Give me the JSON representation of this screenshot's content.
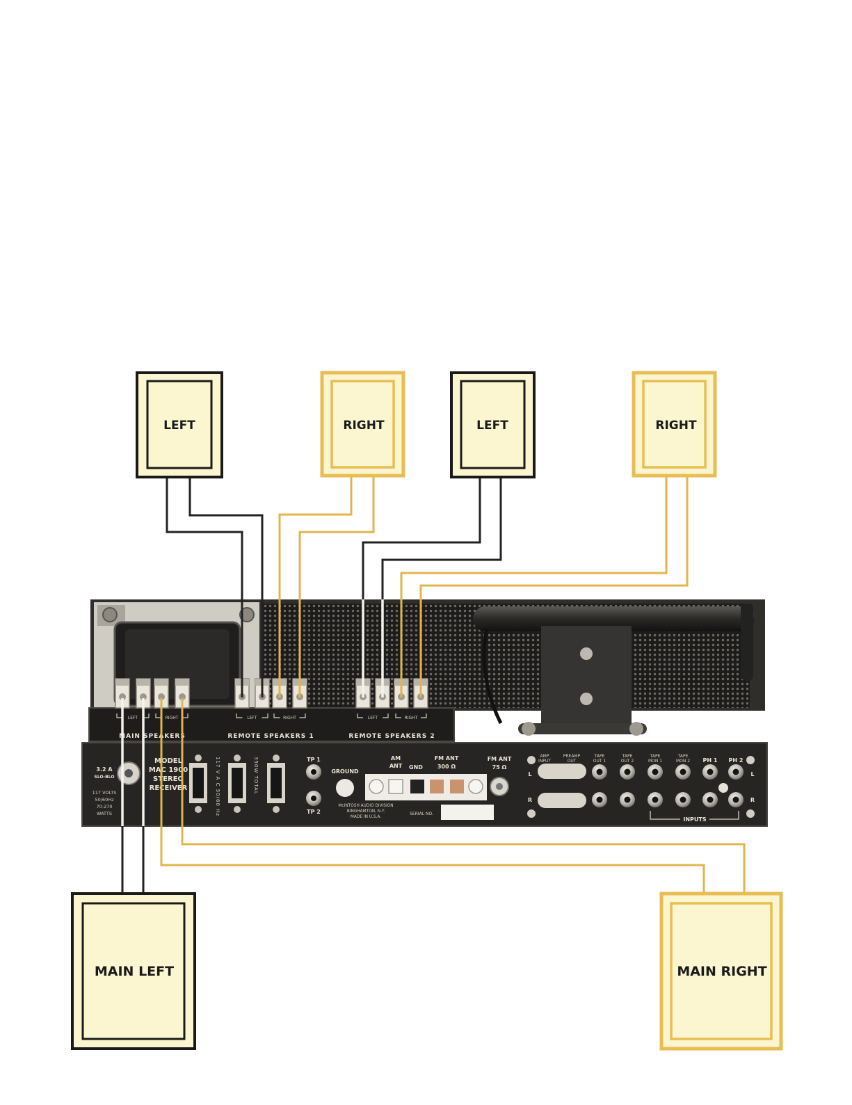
{
  "speakers": {
    "remote1_left": "LEFT",
    "remote1_right": "RIGHT",
    "remote2_left": "LEFT",
    "remote2_right": "RIGHT",
    "main_left": "MAIN LEFT",
    "main_right": "MAIN RIGHT"
  },
  "receiver": {
    "terminal_groups": {
      "left": "LEFT",
      "right": "RIGHT",
      "main": "MAIN SPEAKERS",
      "remote1": "REMOTE SPEAKERS 1",
      "remote2": "REMOTE SPEAKERS 2"
    },
    "fuse": [
      "3.2 A",
      "SLO-BLO"
    ],
    "power": [
      "117 VOLTS",
      "50/60Hz",
      "70-270",
      "WATTS"
    ],
    "model": [
      "MODEL",
      "MAC 1900",
      "STEREO",
      "RECEIVER"
    ],
    "ac_outlet_1": "117 V A C  50/60 Hz",
    "ac_outlet_2": "350W TOTAL",
    "tp1": "TP 1",
    "tp2": "TP 2",
    "ground": "GROUND",
    "am_ant": [
      "AM",
      "ANT"
    ],
    "gnd": "GND",
    "fm_ant_300": [
      "FM ANT",
      "300 Ω"
    ],
    "fm_ant_75": [
      "FM ANT",
      "75 Ω"
    ],
    "maker": [
      "McINTOSH AUDIO DIVISION",
      "BINGHAMTON, N.Y.",
      "MADE IN U.S.A."
    ],
    "serial": "SERIAL NO.",
    "jacks": {
      "amp_input": [
        "AMP",
        "INPUT"
      ],
      "preamp_out": [
        "PREAMP",
        "OUT"
      ],
      "tape_out_1": [
        "TAPE",
        "OUT 1"
      ],
      "tape_out_2": [
        "TAPE",
        "OUT 2"
      ],
      "tape_mon_1": [
        "TAPE",
        "MON 1"
      ],
      "tape_mon_2": [
        "TAPE",
        "MON 2"
      ],
      "ph1": "PH 1",
      "ph2": "PH 2",
      "l": "L",
      "r": "R",
      "inputs": "INPUTS"
    }
  },
  "colors": {
    "black_wire": "#222222",
    "gold_wire": "#e3b44c",
    "white_wire": "#f4f2ea",
    "speaker_fill": "#fbf6cf",
    "speaker_black_border": "#1a1a1a",
    "speaker_gold_border": "#e8bd54",
    "chassis": "#2b2a28"
  }
}
